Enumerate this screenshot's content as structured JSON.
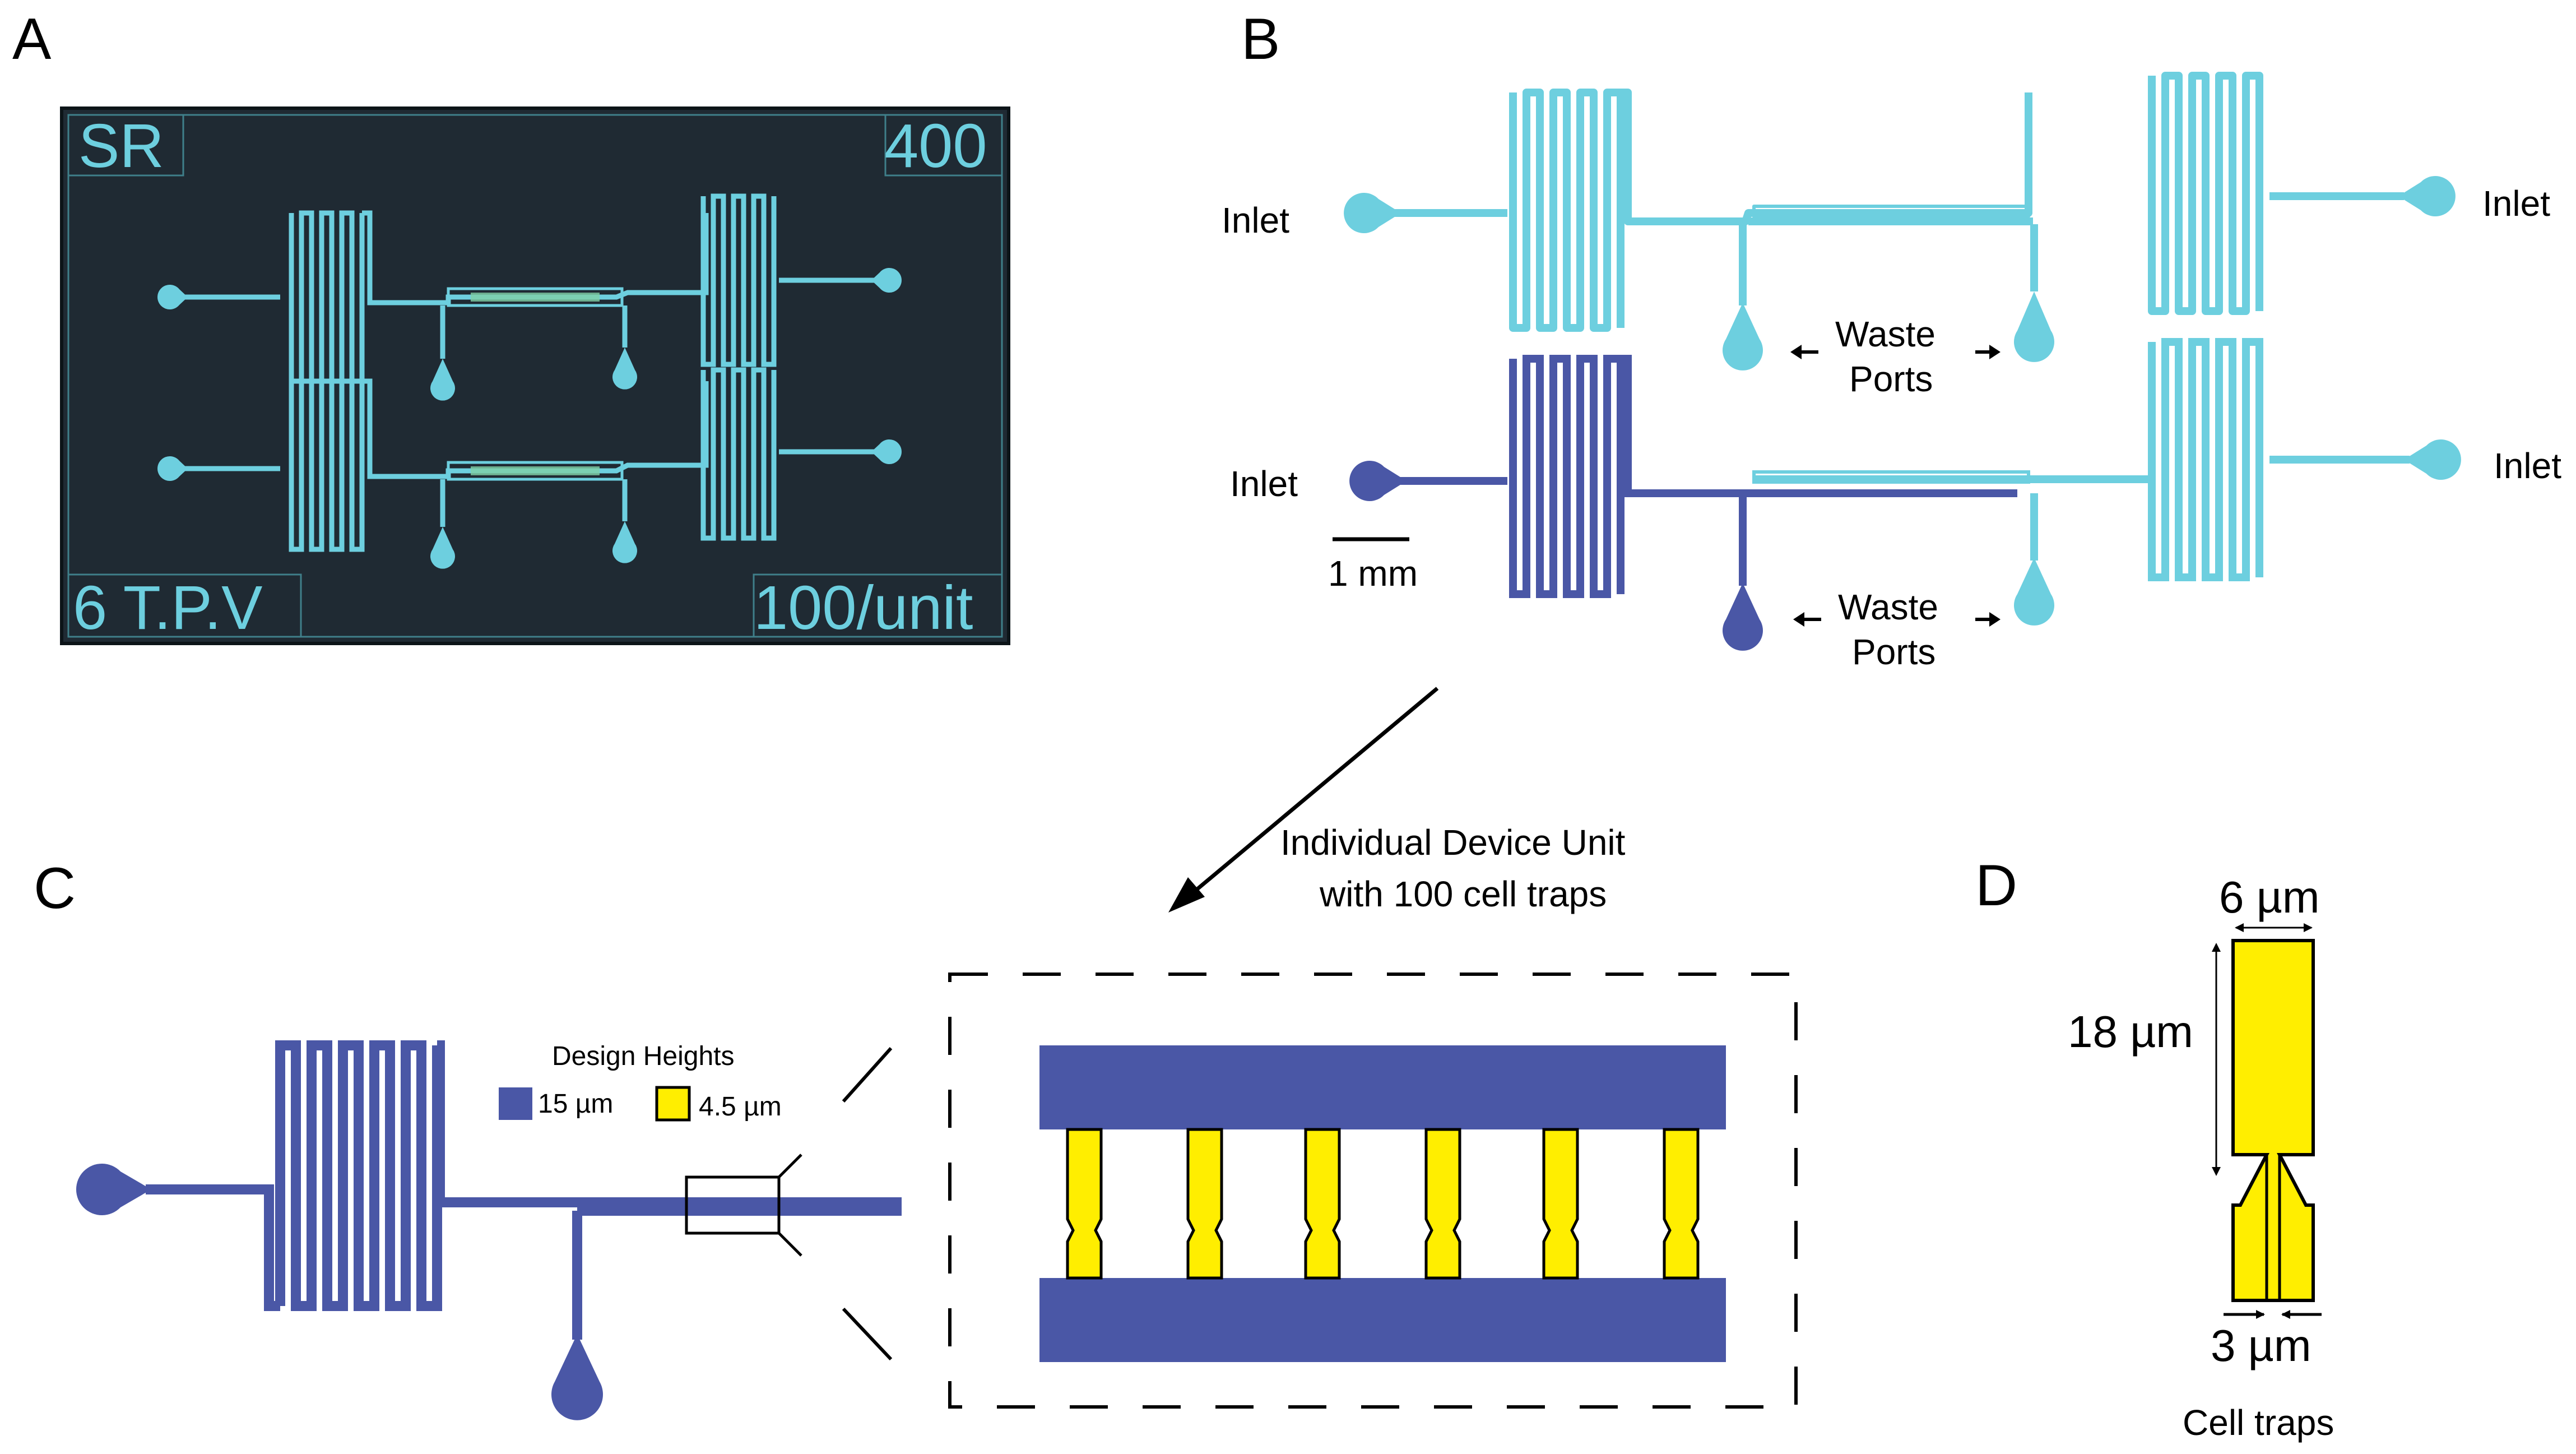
{
  "panels": {
    "a": "A",
    "b": "B",
    "c": "C",
    "d": "D"
  },
  "panel_a": {
    "top_left": "SR",
    "top_right": "400",
    "bottom_left": "6 T.P.V",
    "bottom_right": "100/unit"
  },
  "panel_b": {
    "inlet_top_left": "Inlet",
    "inlet_top_right": "Inlet",
    "inlet_bottom_left": "Inlet",
    "inlet_bottom_right": "Inlet",
    "waste_top_line1": "Waste",
    "waste_top_line2": "Ports",
    "waste_bottom_line1": "Waste",
    "waste_bottom_line2": "Ports",
    "scale_bar": "1 mm"
  },
  "callout": {
    "line1": "Individual Device Unit",
    "line2": "with 100 cell traps"
  },
  "panel_c": {
    "legend_title": "Design Heights",
    "legend_item_1": "15 µm",
    "legend_item_2": "4.5 µm"
  },
  "panel_d": {
    "width_label": "6 µm",
    "length_label": "18 µm",
    "gap_label": "3 µm",
    "caption": "Cell traps"
  },
  "colors": {
    "cyan": "#6dcfdf",
    "dark_blue": "#4a57a6",
    "yellow": "#ffee00",
    "chip_bg": "#1f2a33"
  }
}
